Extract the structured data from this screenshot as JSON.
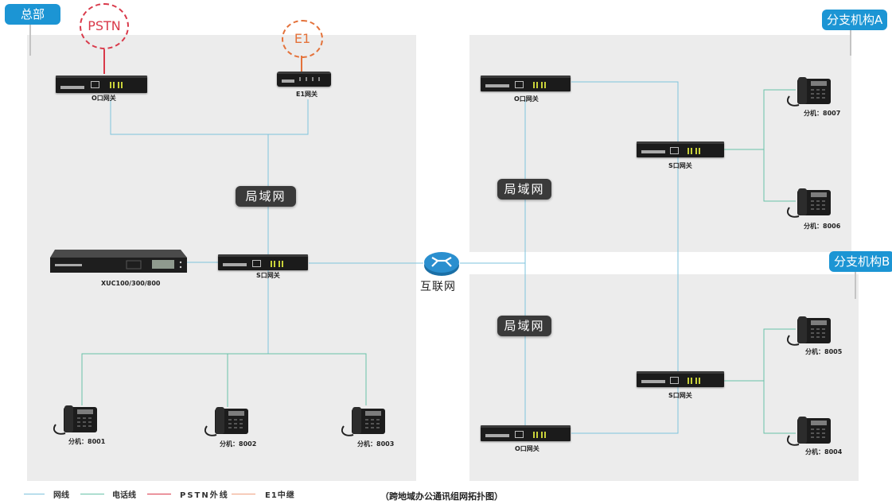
{
  "colors": {
    "network_line": "#7ec3dc",
    "phone_line": "#68c2a8",
    "pstn_line": "#d9394a",
    "e1_line": "#e4723a",
    "badge": "#1c95d4",
    "region_bg": "#ececec",
    "lan_box": "#3a3a3a"
  },
  "regions": {
    "hq": {
      "label": "总部"
    },
    "branch_a": {
      "label": "分支机构A"
    },
    "branch_b": {
      "label": "分支机构B"
    }
  },
  "hq": {
    "pstn_circle": "PSTN",
    "e1_circle": "E1",
    "o_gateway_label": "O口网关",
    "e1_gateway_label": "E1网关",
    "lan_label": "局域网",
    "xuc_label": "XUC100/300/800",
    "s_gateway_label": "S口网关",
    "phones": [
      {
        "label": "分机：8001"
      },
      {
        "label": "分机：8002"
      },
      {
        "label": "分机：8003"
      }
    ]
  },
  "internet": {
    "label": "互联网"
  },
  "branch_a": {
    "o_gateway_label": "O口网关",
    "lan_label": "局域网",
    "s_gateway_label": "S口网关",
    "phones": [
      {
        "label": "分机：8007"
      },
      {
        "label": "分机：8006"
      }
    ]
  },
  "branch_b": {
    "o_gateway_label": "O口网关",
    "lan_label": "局域网",
    "s_gateway_label": "S口网关",
    "phones": [
      {
        "label": "分机：8005"
      },
      {
        "label": "分机：8004"
      }
    ]
  },
  "legend": [
    {
      "label": "网线",
      "color": "#7ec3dc"
    },
    {
      "label": "电话线",
      "color": "#68c2a8"
    },
    {
      "label": "PSTN外线",
      "color": "#d9394a"
    },
    {
      "label": "E1中继",
      "color": "#f0a080"
    }
  ],
  "caption": "（跨地域办公通讯组网拓扑图）"
}
